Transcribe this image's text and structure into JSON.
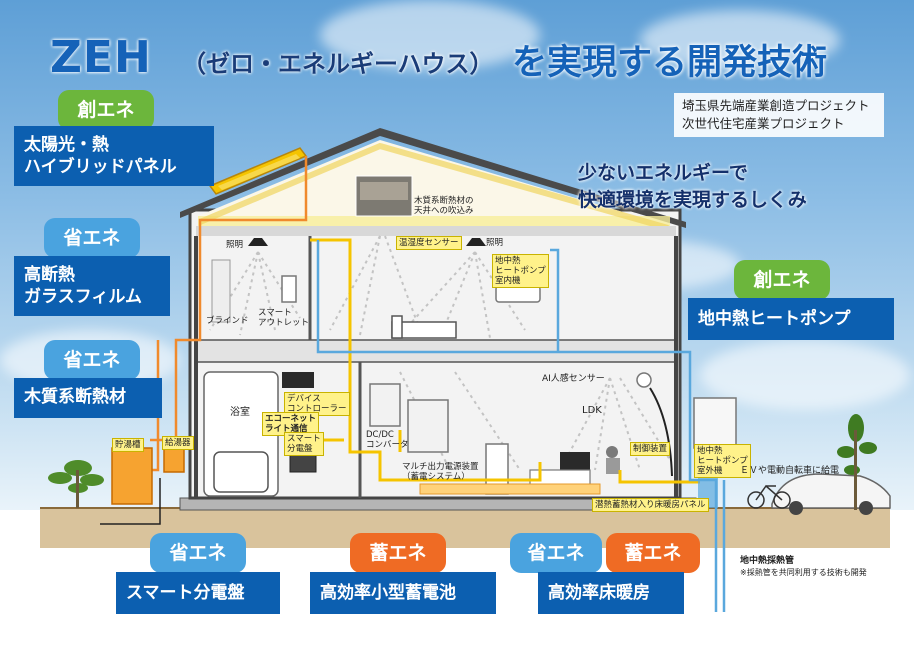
{
  "header": {
    "title_zeh": "ZEH",
    "title_paren": "（ゼロ・エネルギーハウス）",
    "title_main": "を実現する開発技術",
    "projects": [
      "埼玉県先端産業創造プロジェクト",
      "次世代住宅産業プロジェクト"
    ],
    "subtitle": [
      "少ないエネルギーで",
      "快適環境を実現するしくみ"
    ]
  },
  "categories": {
    "create": "創エネ",
    "save": "省エネ",
    "store": "蓄エネ"
  },
  "technologies": {
    "solar": [
      "太陽光・熱",
      "ハイブリッドパネル"
    ],
    "glass": [
      "高断熱",
      "ガラスフィルム"
    ],
    "wood_insulation": "木質系断熱材",
    "geothermal": "地中熱ヒートポンプ",
    "smart_panel": "スマート分電盤",
    "battery": "高効率小型蓄電池",
    "floor_heating": "高効率床暖房"
  },
  "labels": {
    "ceiling_photo": [
      "木質系断熱材の",
      "天井への吹込み"
    ],
    "lighting": "照明",
    "lighting2": "照明",
    "thermo_sensor": "温湿度センサー",
    "heatpump_ac": [
      "地中熱",
      "ヒートポンプ",
      "室内機"
    ],
    "blind": "ブラインド",
    "smart_outlet": [
      "スマート",
      "アウトレット"
    ],
    "device_controller": [
      "デバイス",
      "コントローラー"
    ],
    "bathroom": "浴室",
    "echonet": [
      "エコーネット",
      "ライト通信"
    ],
    "smart_panel_small": [
      "スマート",
      "分電盤"
    ],
    "dcdc": [
      "DC/DC",
      "コンバータ"
    ],
    "multi_output": [
      "マルチ出力電源装置",
      "（蓄電システム）"
    ],
    "ai_sensor": "AI人感センサー",
    "ldk": "LDK",
    "control_unit": "制御装置",
    "geo_outdoor": [
      "地中熱",
      "ヒートポンプ",
      "室外機"
    ],
    "ev": "ＥＶや電動自転車に給電",
    "floor_panel": "潜熱蓄熱材入り床暖房パネル",
    "hot_water_tank": "貯湯槽",
    "water_heater": "給湯器",
    "geo_pipe": "地中熱採熱管",
    "geo_pipe_note": "※採熱管を共同利用する技術も開発"
  },
  "colors": {
    "title_blue": "#1562b8",
    "create_green": "#6cb63c",
    "save_blue": "#4aa3df",
    "store_orange": "#ef6b24",
    "tech_navy": "#0c5fb0",
    "pipe_orange": "#f08a2c",
    "pipe_blue": "#5aa8dd",
    "wire_yellow": "#f5c400"
  }
}
